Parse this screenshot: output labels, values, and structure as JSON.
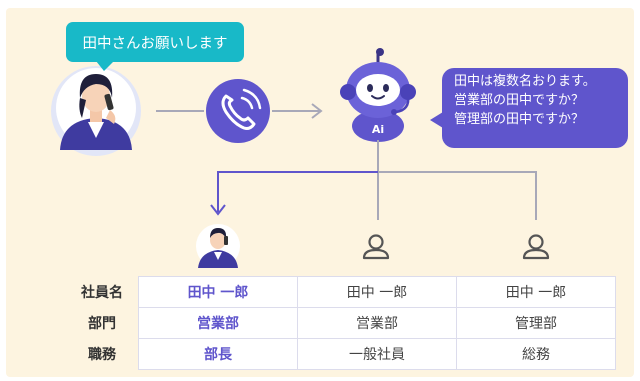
{
  "caller_bubble": "田中さんお願いします",
  "ai_bubble": [
    "田中は複数名おります。",
    "営業部の田中ですか？",
    "管理部の田中ですか？"
  ],
  "ai_badge": "Ai",
  "table": {
    "row_labels": [
      "社員名",
      "部門",
      "職務"
    ],
    "columns": [
      {
        "name": "田中 一郎",
        "dept": "営業部",
        "role": "部長"
      },
      {
        "name": "田中 一郎",
        "dept": "営業部",
        "role": "一般社員"
      },
      {
        "name": "田中 一郎",
        "dept": "管理部",
        "role": "総務"
      }
    ],
    "selected_column": 0
  },
  "colors": {
    "panel_bg": "#fdf4e0",
    "caller_bubble": "#18b9c8",
    "accent_purple": "#5f55cc",
    "connector_gray": "#a8a8b8"
  }
}
